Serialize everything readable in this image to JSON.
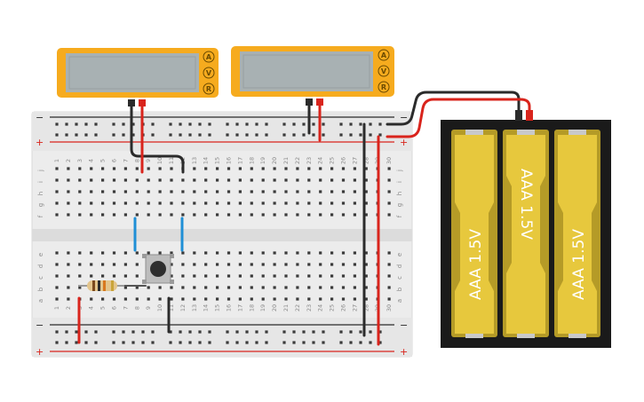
{
  "multimeters": [
    {
      "id": "left",
      "buttons": [
        "A",
        "V",
        "R"
      ],
      "display": ""
    },
    {
      "id": "right",
      "buttons": [
        "A",
        "V",
        "R"
      ],
      "display": ""
    }
  ],
  "breadboard": {
    "rail_plus": "+",
    "rail_minus": "−",
    "row_letters_top": [
      "j",
      "i",
      "h",
      "g",
      "f"
    ],
    "row_letters_bottom": [
      "e",
      "d",
      "c",
      "b",
      "a"
    ],
    "columns": [
      "1",
      "2",
      "3",
      "4",
      "5",
      "6",
      "7",
      "8",
      "9",
      "10",
      "11",
      "12",
      "13",
      "14",
      "15",
      "16",
      "17",
      "18",
      "19",
      "20",
      "21",
      "22",
      "23",
      "24",
      "25",
      "26",
      "27",
      "28",
      "29",
      "30"
    ]
  },
  "battery_pack": {
    "cells": [
      "AAA 1.5V",
      "AAA 1.5V",
      "AAA 1.5V"
    ]
  },
  "colors": {
    "meter_body": "#f6ab1e",
    "meter_screen": "#a8b1b3",
    "board": "#ececec",
    "wire_red": "#d9241c",
    "wire_black": "#2b2b2b",
    "wire_blue": "#1f8fd6",
    "battery_yellow": "#e7c83d",
    "battery_dark": "#b59b27"
  }
}
